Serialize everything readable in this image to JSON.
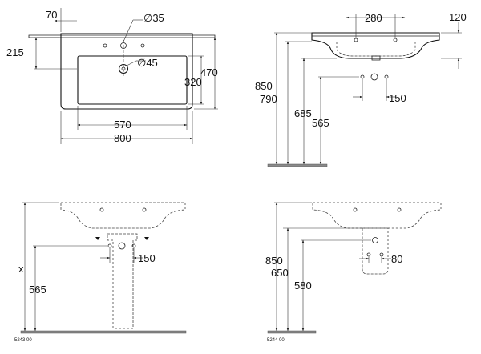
{
  "views": {
    "top": {
      "d_70": "70",
      "d_dia35": "∅35",
      "d_215": "215",
      "d_dia45": "∅45",
      "d_320": "320",
      "d_470": "470",
      "d_570": "570",
      "d_800": "800"
    },
    "side": {
      "d_280": "280",
      "d_120": "120",
      "d_850": "850",
      "d_790": "790",
      "d_685": "685",
      "d_565": "565",
      "d_150": "150"
    },
    "pedestal": {
      "d_x": "x",
      "d_565": "565",
      "d_150": "150",
      "code": "5243 00"
    },
    "semi_pedestal": {
      "d_850": "850",
      "d_650": "650",
      "d_580": "580",
      "d_80": "80",
      "code": "5244 00"
    }
  },
  "colors": {
    "line": "#222222",
    "floor": "#8a8a8a",
    "background": "#ffffff"
  }
}
